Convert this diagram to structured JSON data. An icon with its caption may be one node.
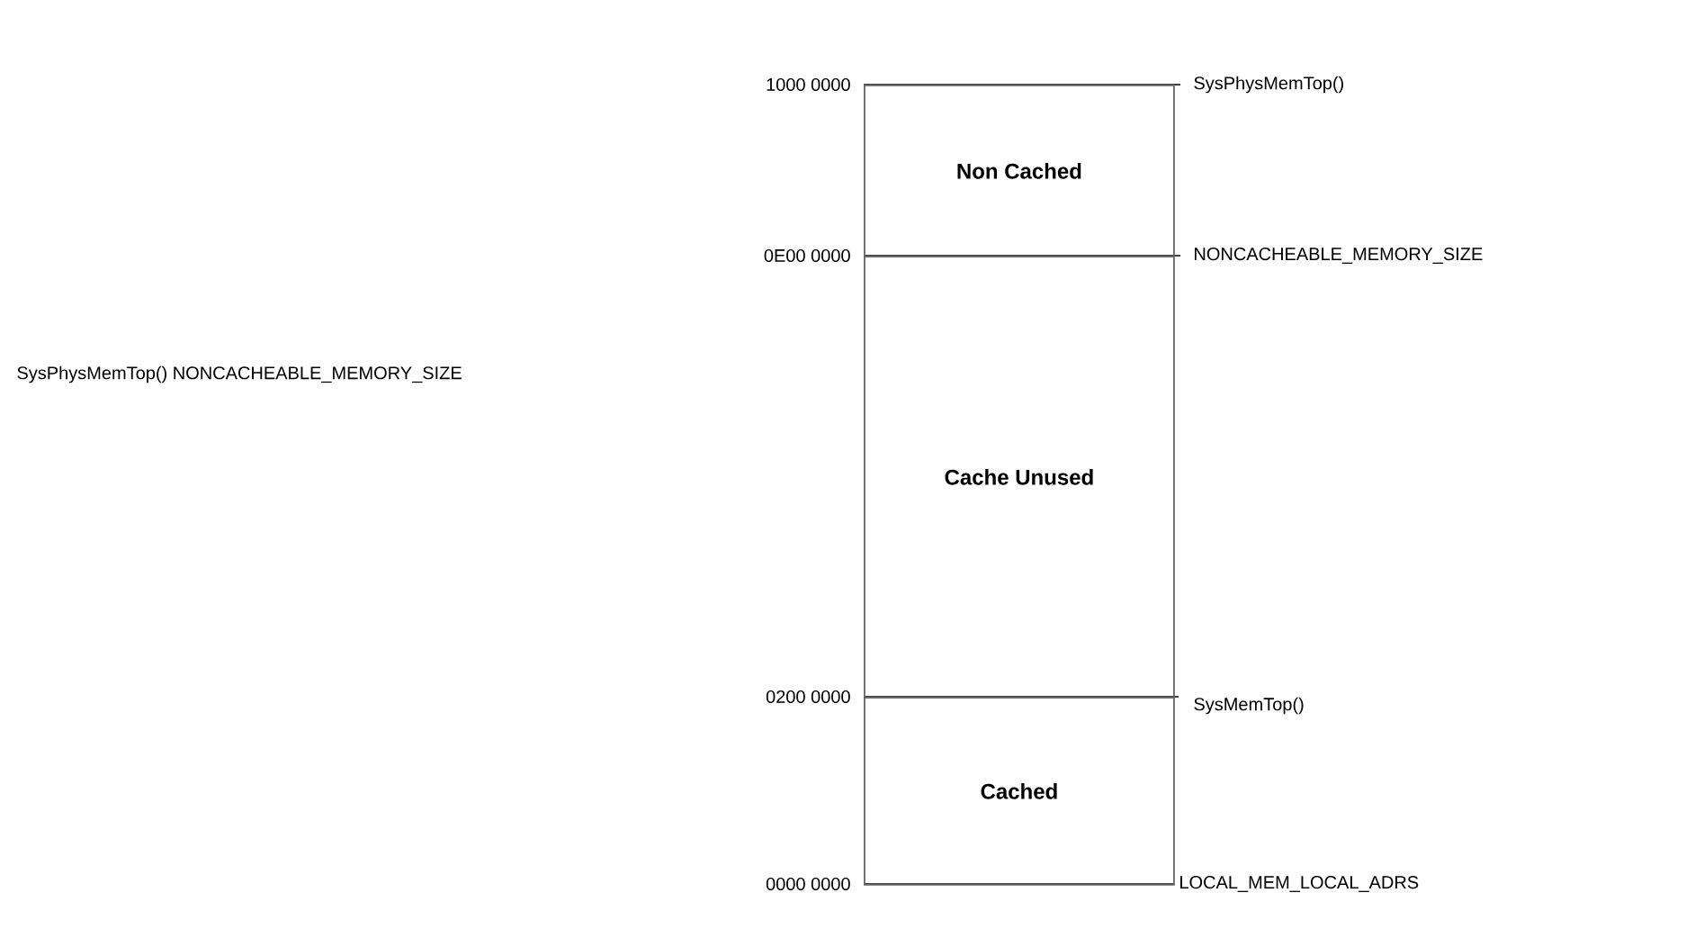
{
  "diagram": {
    "nodes": [
      {
        "text": [
          "Non Cached"
        ]
      },
      {
        "text": [
          "Cache Unused"
        ]
      },
      {
        "text": [
          "Cached"
        ]
      }
    ],
    "edges": [],
    "labels": [
      "1000 0000",
      "SysPhysMemTop()",
      "0E00 0000",
      "NONCACHEABLE_MEMORY_SIZE",
      "SysPhysMemTop() NONCACHEABLE_MEMORY_SIZE",
      "0200 0000",
      "SysMemTop()",
      "0000 0000",
      "LOCAL_MEM_LOCAL_ADRS"
    ]
  }
}
